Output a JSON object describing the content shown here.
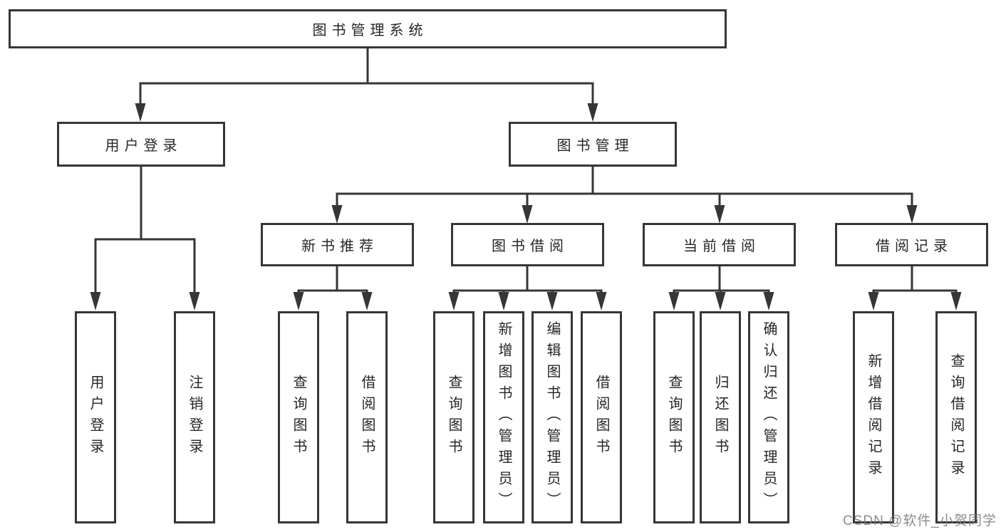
{
  "diagram": {
    "root": "图书管理系统",
    "level1": {
      "user_login": "用户登录",
      "book_mgmt": "图书管理"
    },
    "level2": {
      "new_books": "新书推荐",
      "borrowing": "图书借阅",
      "current": "当前借阅",
      "records": "借阅记录"
    },
    "leaves": {
      "login": "用户登录",
      "logout": "注销登录",
      "nb_query": "查询图书",
      "nb_borrow": "借阅图书",
      "bw_query": "查询图书",
      "bw_add": "新增图书（管理员）",
      "bw_edit": "编辑图书（管理员）",
      "bw_borrow": "借阅图书",
      "cu_query": "查询图书",
      "cu_return": "归还图书",
      "cu_confirm": "确认归还（管理员）",
      "rc_add": "新增借阅记录",
      "rc_query": "查询借阅记录"
    },
    "colors": {
      "line": "#363636",
      "text": "#262626",
      "watermark": "#7d7676"
    }
  },
  "watermark": {
    "text": "CSDN @软件_小贺同学"
  }
}
